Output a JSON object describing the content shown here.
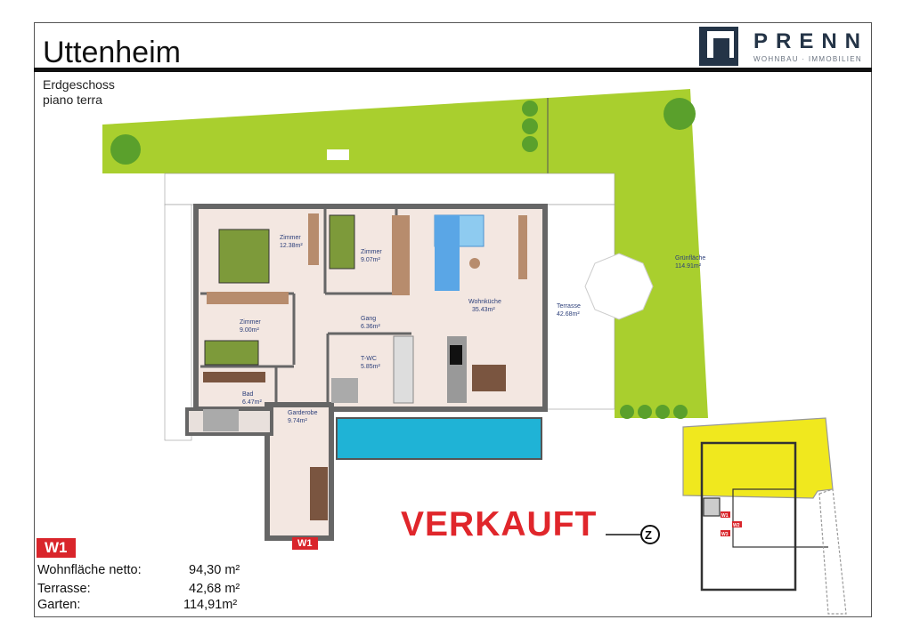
{
  "header": {
    "title": "Uttenheim",
    "floor_de": "Erdgeschoss",
    "floor_it": "piano terra"
  },
  "logo": {
    "name": "PRENN",
    "tagline": "WOHNBAU · IMMOBILIEN",
    "mark_text": "PRENN"
  },
  "rooms": [
    {
      "name": "Zimmer",
      "area": "12.38m²"
    },
    {
      "name": "Zimmer",
      "area": "9.07m²"
    },
    {
      "name": "Wohnküche",
      "area": "35.43m²"
    },
    {
      "name": "Zimmer",
      "area": "9.00m²"
    },
    {
      "name": "Gang",
      "area": "6.36m²"
    },
    {
      "name": "T-WC",
      "area": "5.85m²"
    },
    {
      "name": "Bad",
      "area": "6.47m²"
    },
    {
      "name": "Garderobe",
      "area": "9.74m²"
    },
    {
      "name": "Terrasse",
      "area": "42.68m²"
    },
    {
      "name": "Grünfläche",
      "area": "114.91m²"
    }
  ],
  "unit": {
    "label": "W1",
    "entrance_label": "W1"
  },
  "summary": [
    {
      "label": "Wohnfläche netto:",
      "value": "94,30 m²"
    },
    {
      "label": "Terrasse:",
      "value": "42,68 m²"
    },
    {
      "label": "Garten:",
      "value": "114,91m²"
    }
  ],
  "status": "VERKAUFT",
  "site_plan": {
    "labels": [
      "W1",
      "W2",
      "W3"
    ],
    "highlight_color": "#f0e81e"
  },
  "colors": {
    "garden": "#a9cf2e",
    "pool": "#1fb3d6",
    "floor": "#f3e7e1",
    "sold": "#e0262b",
    "badge": "#d9252b"
  }
}
